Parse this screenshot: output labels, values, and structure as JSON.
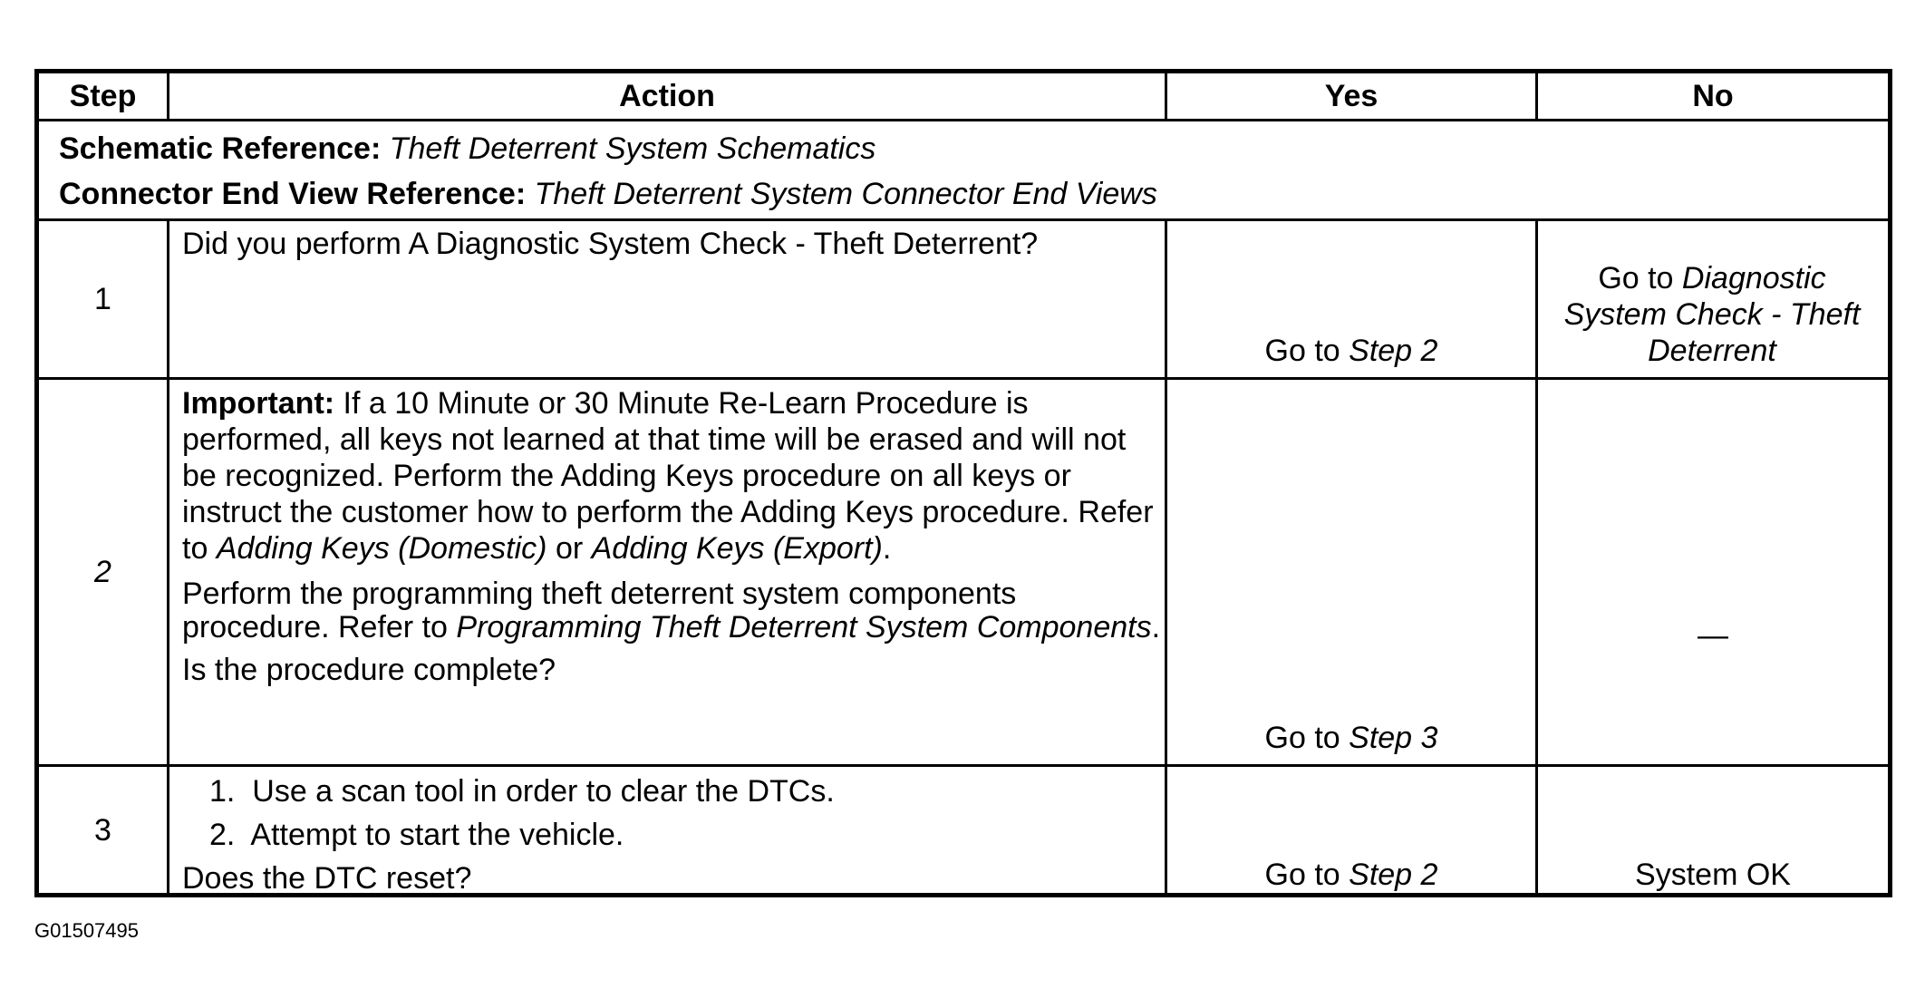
{
  "table": {
    "headers": {
      "step": "Step",
      "action": "Action",
      "yes": "Yes",
      "no": "No"
    },
    "references": {
      "schematic_label": "Schematic Reference:",
      "schematic_value": "Theft Deterrent System Schematics",
      "connector_label": "Connector End View Reference:",
      "connector_value": "Theft Deterrent System Connector End Views"
    },
    "rows": [
      {
        "step": "1",
        "action": "Did you perform A Diagnostic System Check - Theft Deterrent?",
        "yes_prefix": "Go to ",
        "yes_link": "Step 2",
        "no_prefix": "Go to ",
        "no_link": "Diagnostic System Check - Theft Deterrent"
      },
      {
        "step": "2",
        "important_label": "Important:",
        "important_text": " If a 10 Minute or 30 Minute Re-Learn Procedure is performed, all keys not learned at that time will be erased and will not be recognized. Perform the Adding Keys procedure on all keys or instruct the customer how to perform the Adding Keys procedure. Refer to ",
        "important_ref1": "Adding Keys (Domestic)",
        "important_or": " or ",
        "important_ref2": "Adding Keys (Export)",
        "important_end": ".",
        "perform_text": "Perform the programming theft deterrent system components procedure. Refer to ",
        "perform_ref": "Programming Theft Deterrent System Components",
        "perform_end": ".",
        "question": "Is the procedure complete?",
        "yes_prefix": "Go to ",
        "yes_link": "Step 3",
        "no": "—"
      },
      {
        "step": "3",
        "substeps": [
          {
            "num": "1.",
            "text": "Use a scan tool in order to clear the DTCs."
          },
          {
            "num": "2.",
            "text": "Attempt to start the vehicle."
          }
        ],
        "question": "Does the DTC reset?",
        "yes_prefix": "Go to ",
        "yes_link": "Step 2",
        "no": "System OK"
      }
    ]
  },
  "caption": "G01507495"
}
